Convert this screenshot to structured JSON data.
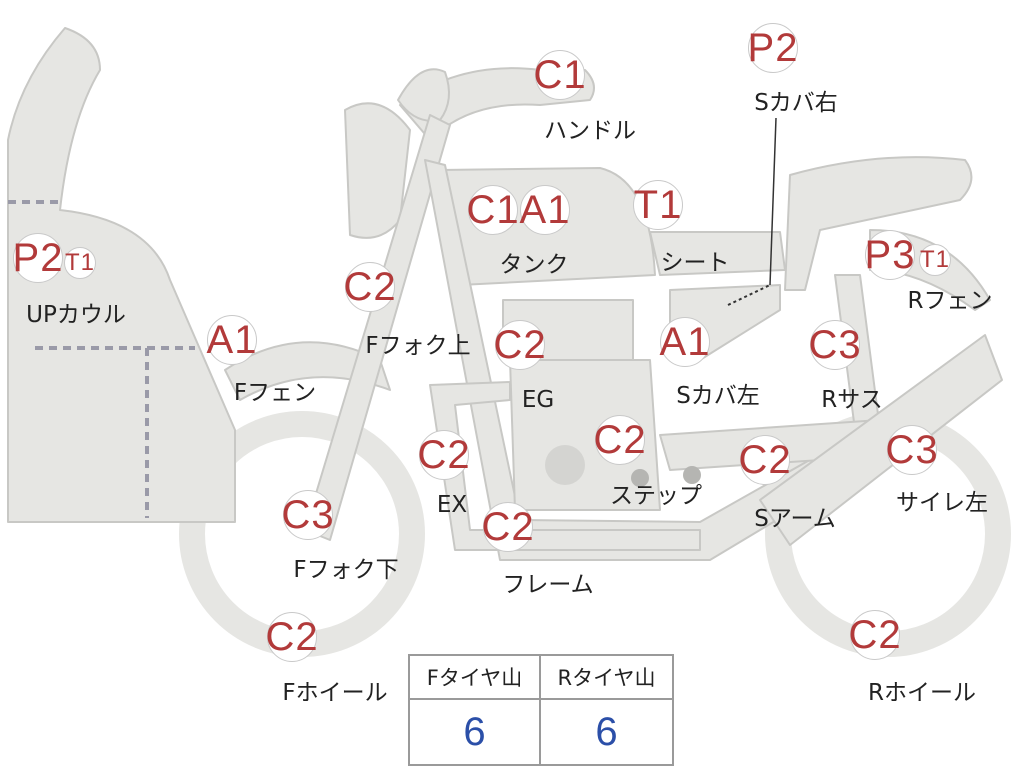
{
  "parts": {
    "handle": {
      "code": "C1",
      "label": "ハンドル"
    },
    "s_cover_r": {
      "code": "P2",
      "label": "Sカバ右"
    },
    "up_cowl": {
      "code": "P2",
      "code2": "T1",
      "label": "UPカウル"
    },
    "tank": {
      "code": "C1",
      "code2": "A1",
      "label": "タンク"
    },
    "seat": {
      "code": "T1",
      "label": "シート"
    },
    "r_fender": {
      "code": "P3",
      "code2": "T1",
      "label": "Rフェン"
    },
    "f_fork_up": {
      "code": "C2",
      "label": "Fフォク上"
    },
    "f_fender": {
      "code": "A1",
      "label": "Fフェン"
    },
    "eg": {
      "code": "C2",
      "label": "EG"
    },
    "s_cover_l": {
      "code": "A1",
      "label": "Sカバ左"
    },
    "r_sus": {
      "code": "C3",
      "label": "Rサス"
    },
    "ex": {
      "code": "C2",
      "label": "EX"
    },
    "step": {
      "code": "C2",
      "label": "ステップ"
    },
    "s_arm": {
      "code": "C2",
      "label": "Sアーム"
    },
    "silencer_l": {
      "code": "C3",
      "label": "サイレ左"
    },
    "f_fork_low": {
      "code": "C3",
      "label": "Fフォク下"
    },
    "frame": {
      "code": "C2",
      "label": "フレーム"
    },
    "f_wheel": {
      "code": "C2",
      "label": "Fホイール"
    },
    "r_wheel": {
      "code": "C2",
      "label": "Rホイール"
    }
  },
  "tyre_table": {
    "headers": [
      "Fタイヤ山",
      "Rタイヤ山"
    ],
    "values": [
      "6",
      "6"
    ]
  },
  "colors": {
    "code_text": "#b23a3a",
    "value_text": "#2b4fa8",
    "part_fill": "#e6e6e3"
  }
}
